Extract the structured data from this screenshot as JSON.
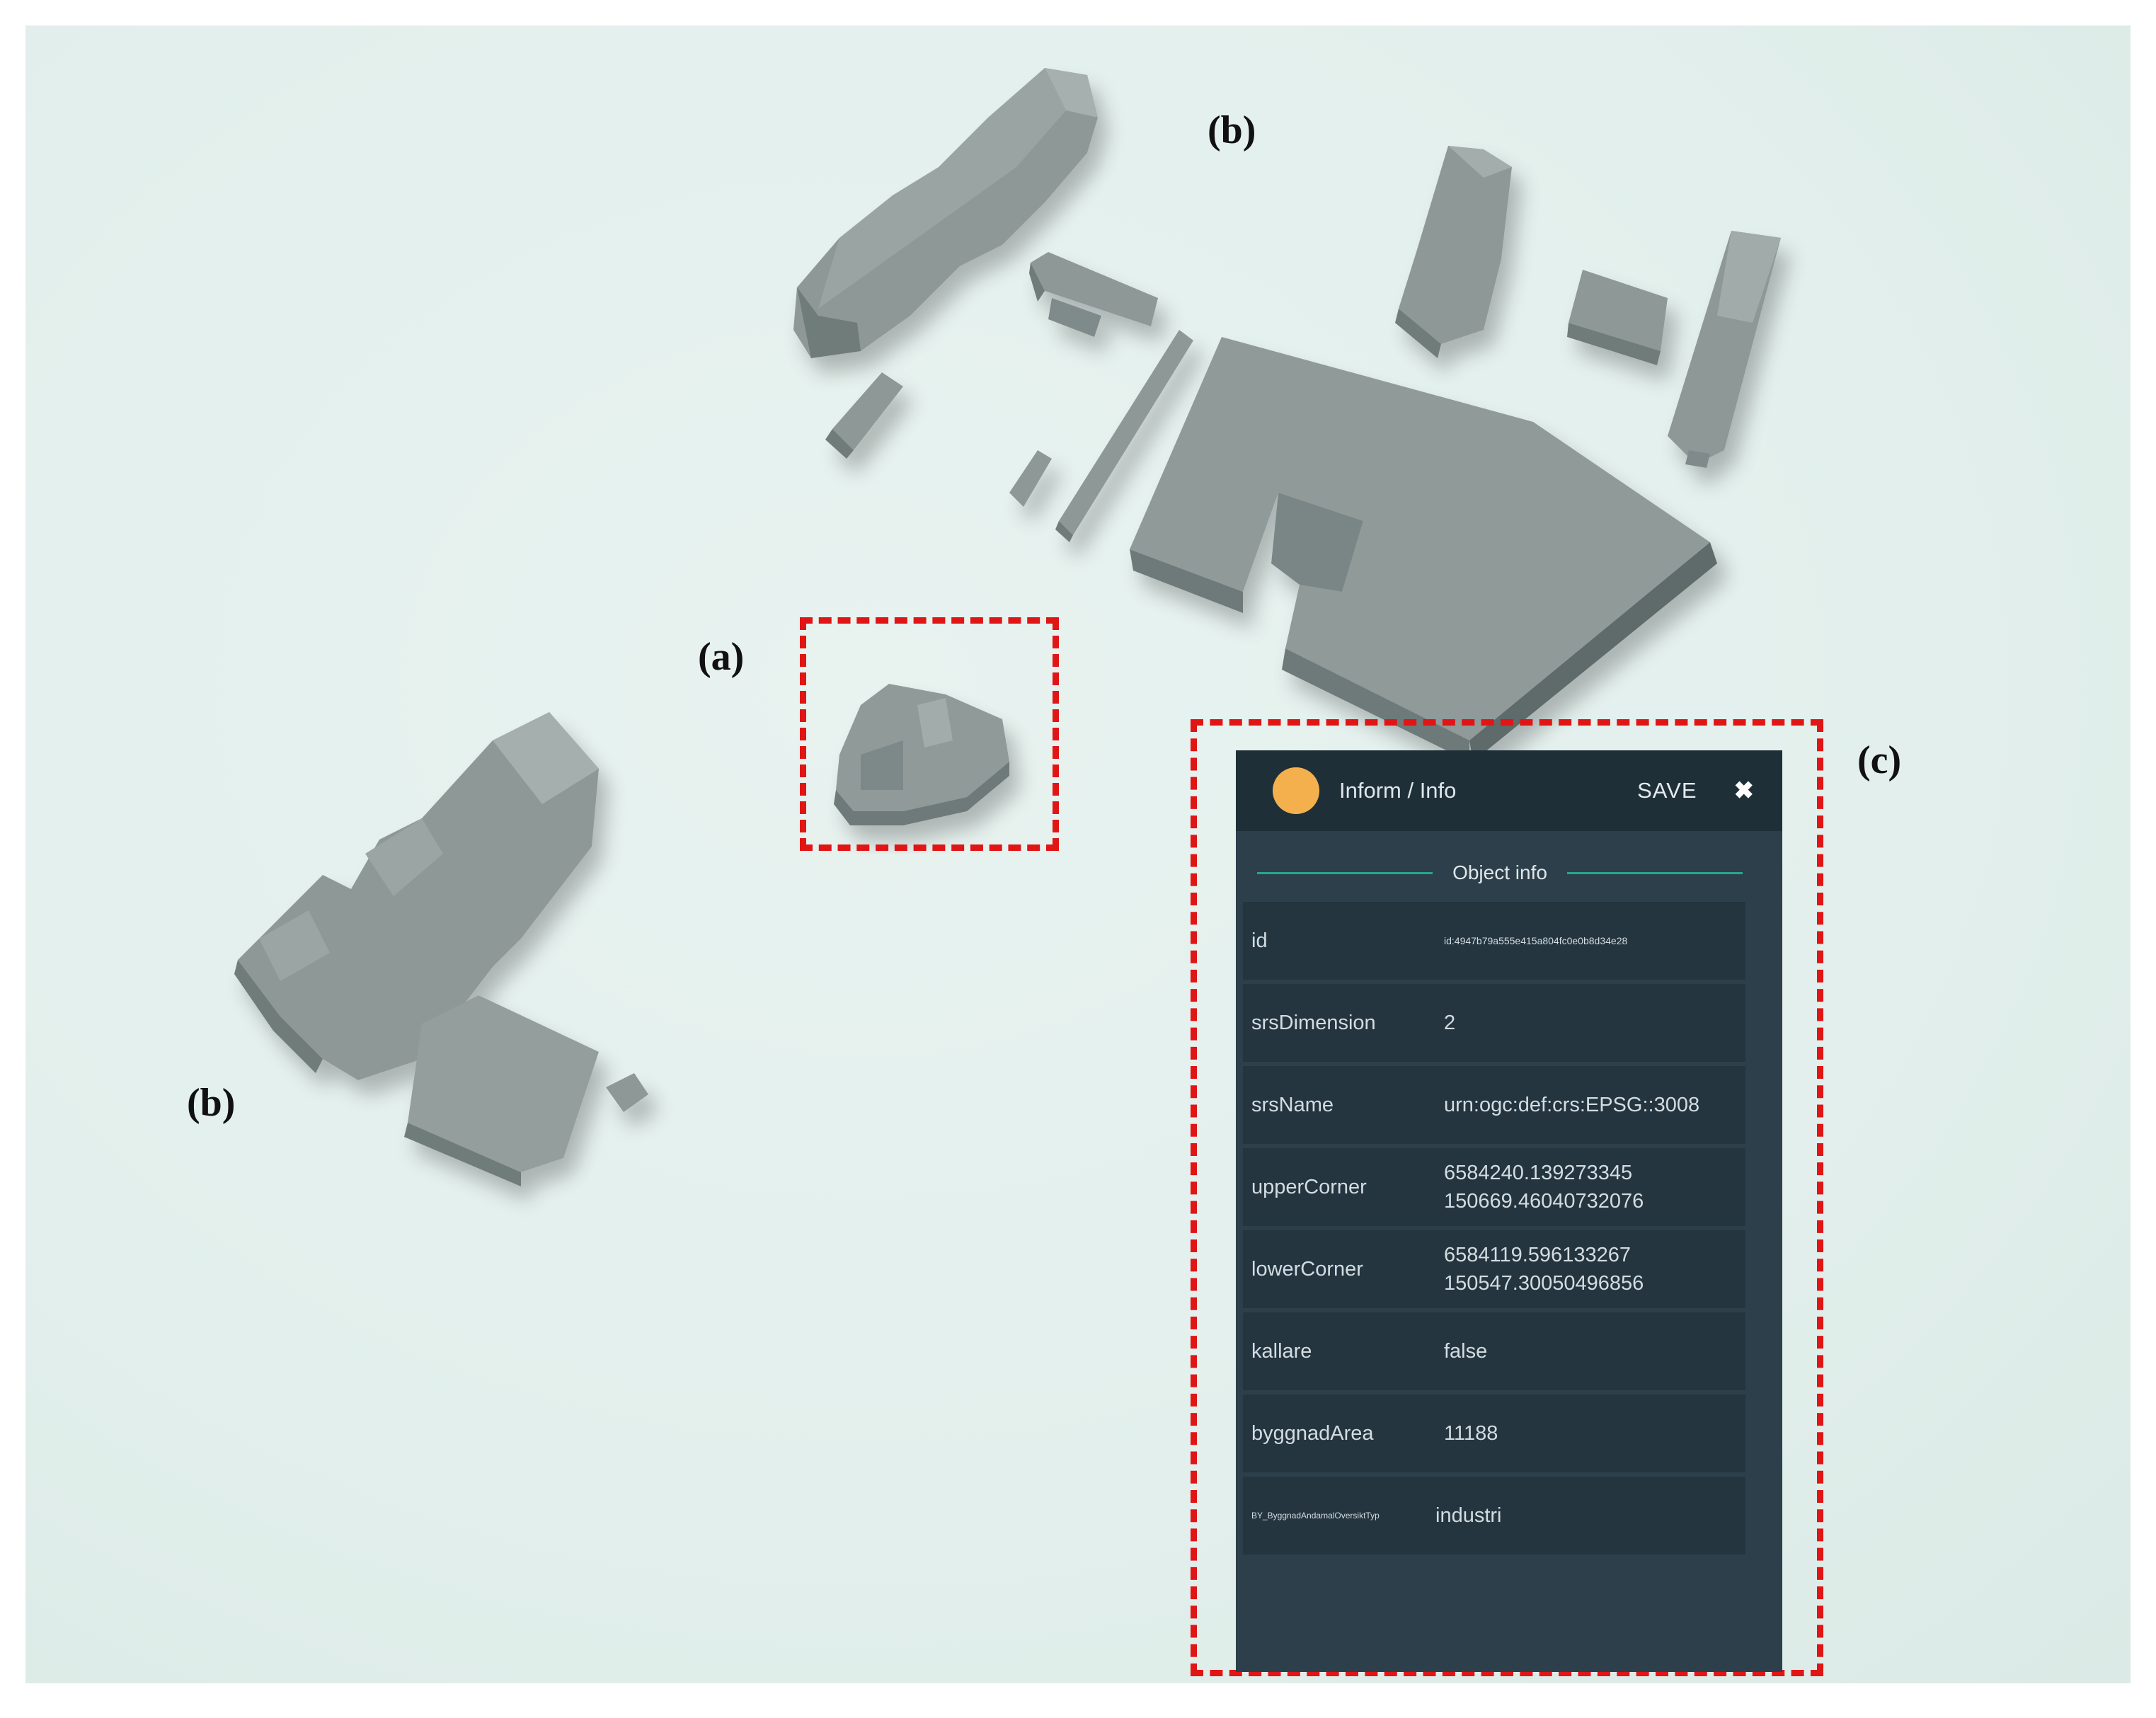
{
  "labels": {
    "a": "(a)",
    "b_top": "(b)",
    "b_left": "(b)",
    "c": "(c)"
  },
  "panel": {
    "title": "Inform / Info",
    "save_label": "SAVE",
    "close_icon": "close-icon",
    "status_dot_color": "#f5b04e",
    "section_title": "Object info",
    "rows": [
      {
        "key": "id",
        "value": "id:4947b79a555e415a804fc0e0b8d34e28"
      },
      {
        "key": "srsDimension",
        "value": "2"
      },
      {
        "key": "srsName",
        "value": "urn:ogc:def:crs:EPSG::3008"
      },
      {
        "key": "upperCorner",
        "value": "6584240.139273345",
        "value2": "150669.46040732076"
      },
      {
        "key": "lowerCorner",
        "value": "6584119.596133267",
        "value2": "150547.30050496856"
      },
      {
        "key": "kallare",
        "value": "false"
      },
      {
        "key": "byggnadArea",
        "value": "11188"
      },
      {
        "key": "BY_ByggnadAndamalOversiktTyp",
        "value": "industri"
      }
    ]
  },
  "colors": {
    "highlight_border": "#e01515",
    "building": "#8a9594",
    "panel_bg": "#2c3f4a",
    "accent_rule": "#2aa491"
  }
}
